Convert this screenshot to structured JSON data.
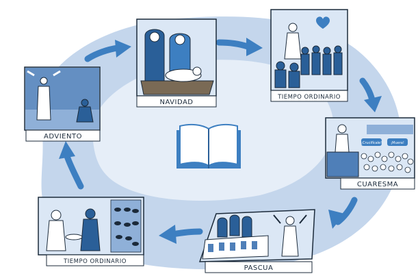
{
  "diagram": {
    "center_icon": "open-book-icon",
    "colors": {
      "ring_outer": "#c4d6ec",
      "ring_inner": "#e3ecf7",
      "accent": "#3d7fc1",
      "panel_bg": "#dbe7f5",
      "ink": "#1b2a3a"
    },
    "seasons": [
      {
        "key": "adviento",
        "label": "ADVIENTO",
        "scene": "angel-annunciation-scene"
      },
      {
        "key": "navidad",
        "label": "NAVIDAD",
        "scene": "nativity-scene"
      },
      {
        "key": "tiempo-ordinario-1",
        "label": "TIEMPO ORDINARIO",
        "scene": "jesus-teaching-crowd-scene"
      },
      {
        "key": "cuaresma",
        "label": "CUARESMA",
        "scene": "crucifixion-crowd-scene"
      },
      {
        "key": "pascua",
        "label": "PASCUA",
        "scene": "last-supper-resurrection-scene"
      },
      {
        "key": "tiempo-ordinario-2",
        "label": "TIEMPO ORDINARIO",
        "scene": "loaves-and-fishes-scene"
      }
    ],
    "crowd_signs": [
      "¡Crucifícale!",
      "¡Muera!"
    ]
  }
}
